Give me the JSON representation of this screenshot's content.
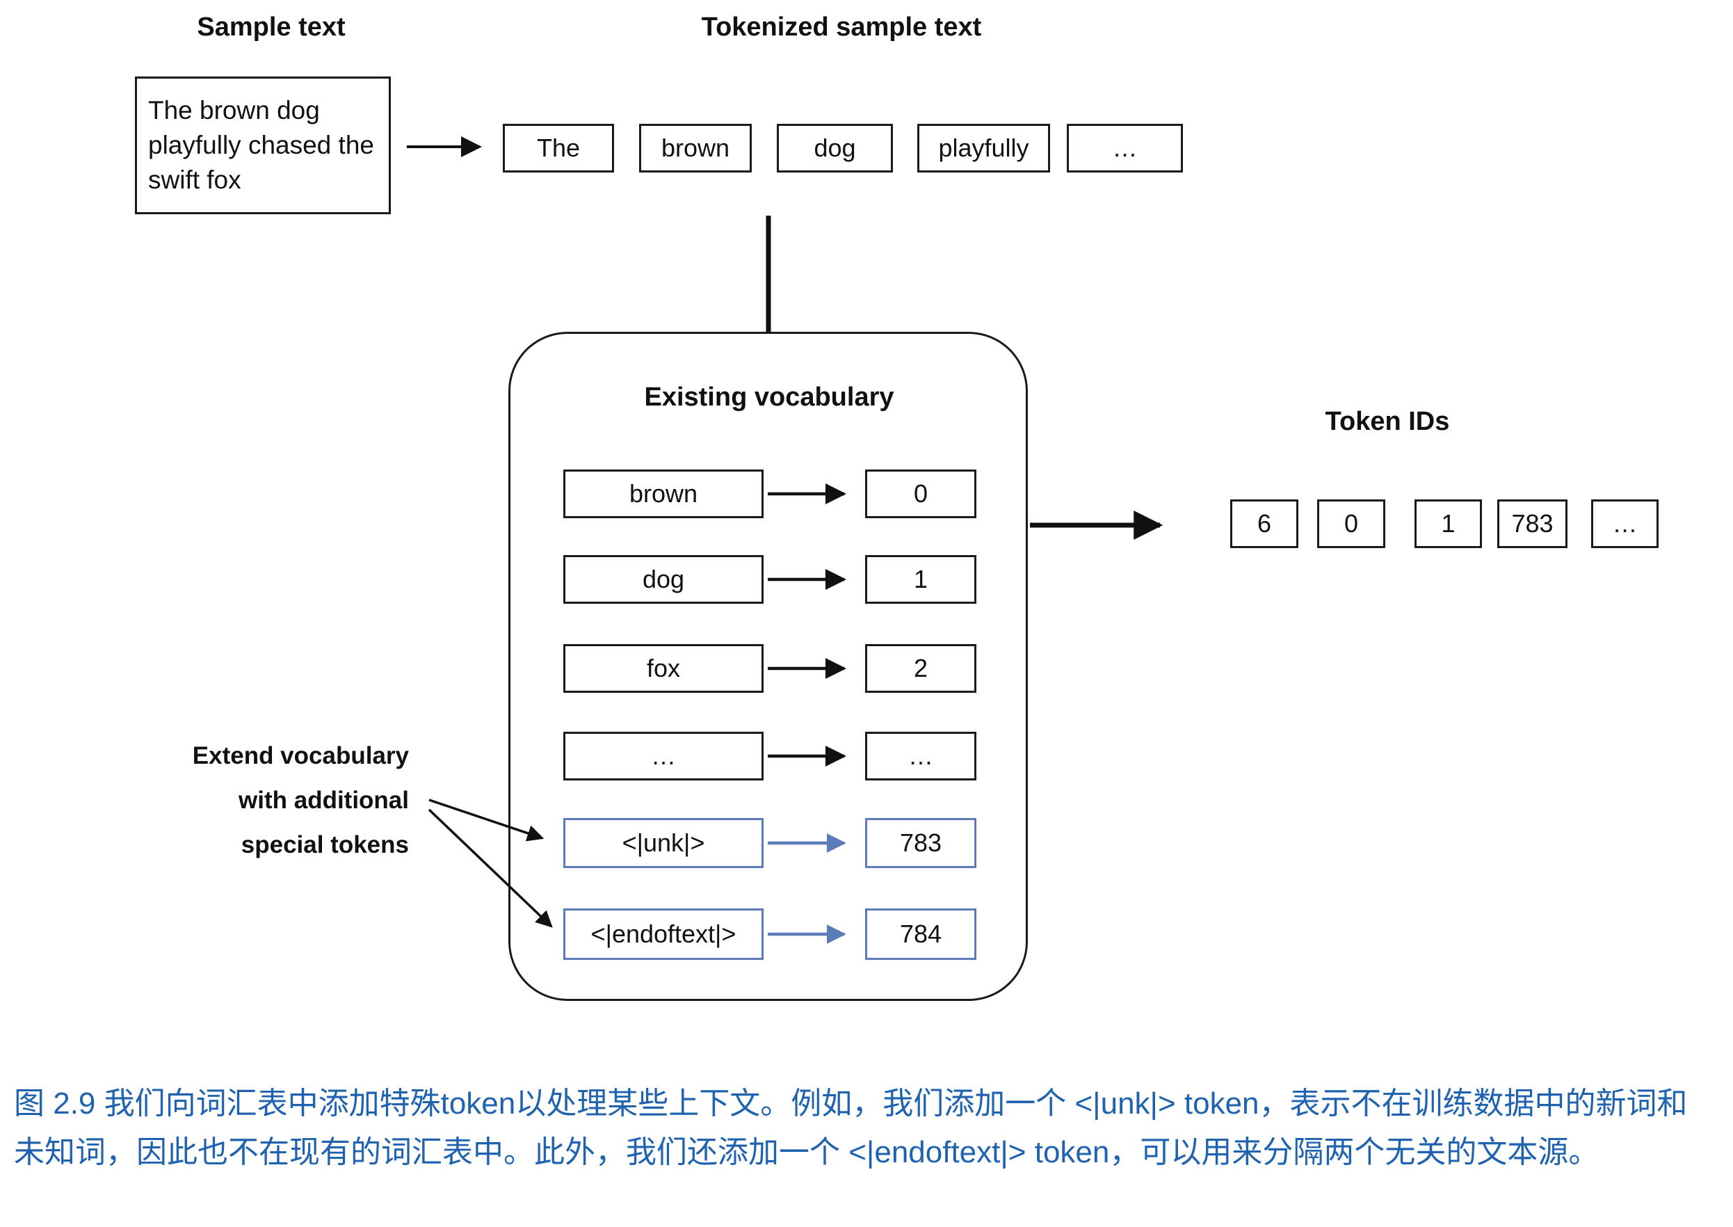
{
  "sample": {
    "heading": "Sample text",
    "text": "The brown dog playfully chased the swift fox"
  },
  "tokenized": {
    "heading": "Tokenized sample text",
    "tokens": [
      "The",
      "brown",
      "dog",
      "playfully",
      "…"
    ]
  },
  "vocabulary": {
    "heading": "Existing vocabulary",
    "rows": [
      {
        "word": "brown",
        "id": "0",
        "special": false
      },
      {
        "word": "dog",
        "id": "1",
        "special": false
      },
      {
        "word": "fox",
        "id": "2",
        "special": false
      },
      {
        "word": "…",
        "id": "…",
        "special": false
      },
      {
        "word": "<|unk|>",
        "id": "783",
        "special": true
      },
      {
        "word": "<|endoftext|>",
        "id": "784",
        "special": true
      }
    ]
  },
  "extend_label": {
    "lines": [
      "Extend vocabulary",
      "with additional",
      "special tokens"
    ]
  },
  "token_ids": {
    "heading": "Token IDs",
    "values": [
      "6",
      "0",
      "1",
      "783",
      "…"
    ]
  },
  "caption": {
    "text": "图 2.9 我们向词汇表中添加特殊token以处理某些上下文。例如，我们添加一个 <|unk|> token，表示不在训练数据中的新词和未知词，因此也不在现有的词汇表中。此外，我们还添加一个 <|endoftext|> token，可以用来分隔两个无关的文本源。"
  },
  "colors": {
    "line_black": "#111111",
    "special_blue": "#5b7cb8",
    "caption_blue": "#1f63b0"
  }
}
